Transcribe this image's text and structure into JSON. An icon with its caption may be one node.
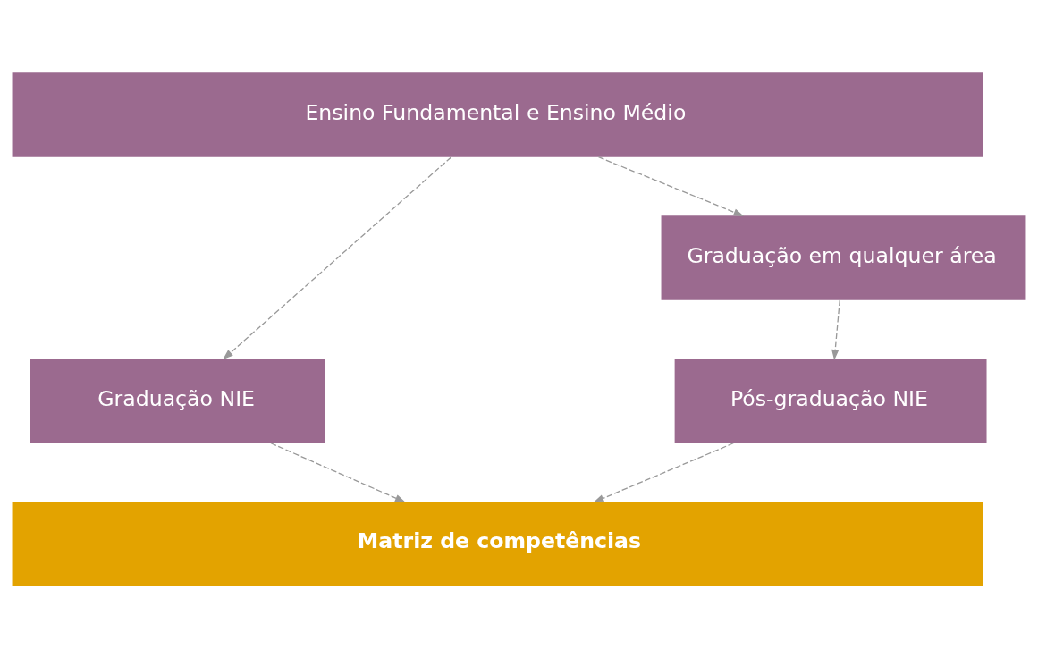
{
  "diagram": {
    "nodes": [
      {
        "text": [
          "Ensino Fundamental e Ensino Médio"
        ]
      },
      {
        "text": [
          "Graduação NIE"
        ]
      },
      {
        "text": [
          "Graduação em qualquer área"
        ]
      },
      {
        "text": [
          "Pós-graduação NIE"
        ]
      },
      {
        "text": [
          "Matriz de competências"
        ]
      }
    ],
    "edges": [
      {
        "from": 0,
        "to": 1,
        "arrow": "to",
        "style": "dashed"
      },
      {
        "from": 0,
        "to": 2,
        "arrow": "to",
        "style": "dashed"
      },
      {
        "from": 1,
        "to": 4,
        "arrow": "to",
        "style": "dashed"
      },
      {
        "from": 2,
        "to": 3,
        "arrow": "to",
        "style": "dashed"
      },
      {
        "from": 3,
        "to": 4,
        "arrow": "to",
        "style": "dashed"
      }
    ]
  }
}
